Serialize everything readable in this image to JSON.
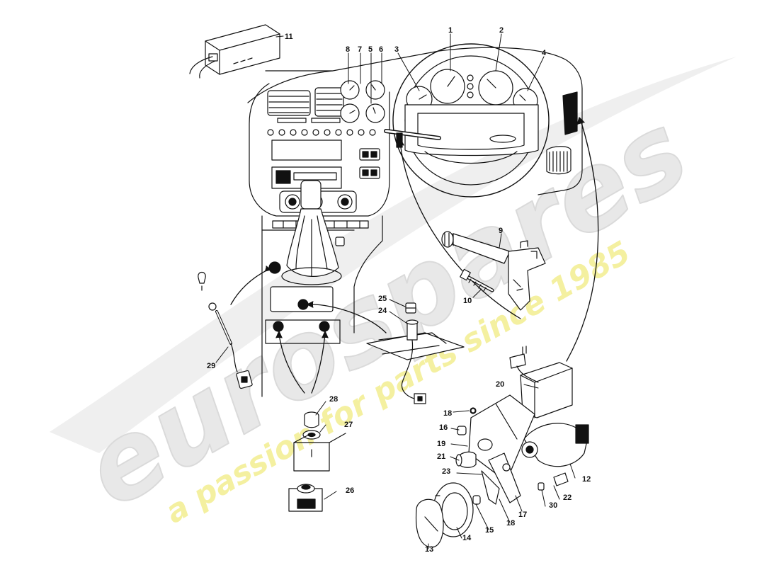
{
  "watermark": {
    "brand": "eurospares",
    "tagline": "a passion for parts since 1985",
    "brand_color": "#e6e6e6",
    "tagline_color": "#f4f1a8"
  },
  "callouts": {
    "c1": "1",
    "c2": "2",
    "c3": "3",
    "c4": "4",
    "c5": "5",
    "c6": "6",
    "c7": "7",
    "c8": "8",
    "c9": "9",
    "c10": "10",
    "c11": "11",
    "c12": "12",
    "c13": "13",
    "c14": "14",
    "c15": "15",
    "c16": "16",
    "c17": "17",
    "c18a": "18",
    "c18b": "18",
    "c19": "19",
    "c20": "20",
    "c21": "21",
    "c22": "22",
    "c23": "23",
    "c24": "24",
    "c25": "25",
    "c26": "26",
    "c27": "27",
    "c28": "28",
    "c29": "29",
    "c30": "30"
  },
  "colors": {
    "line": "#111111",
    "fill": "#ffffff",
    "dark": "#1a1a1a"
  }
}
